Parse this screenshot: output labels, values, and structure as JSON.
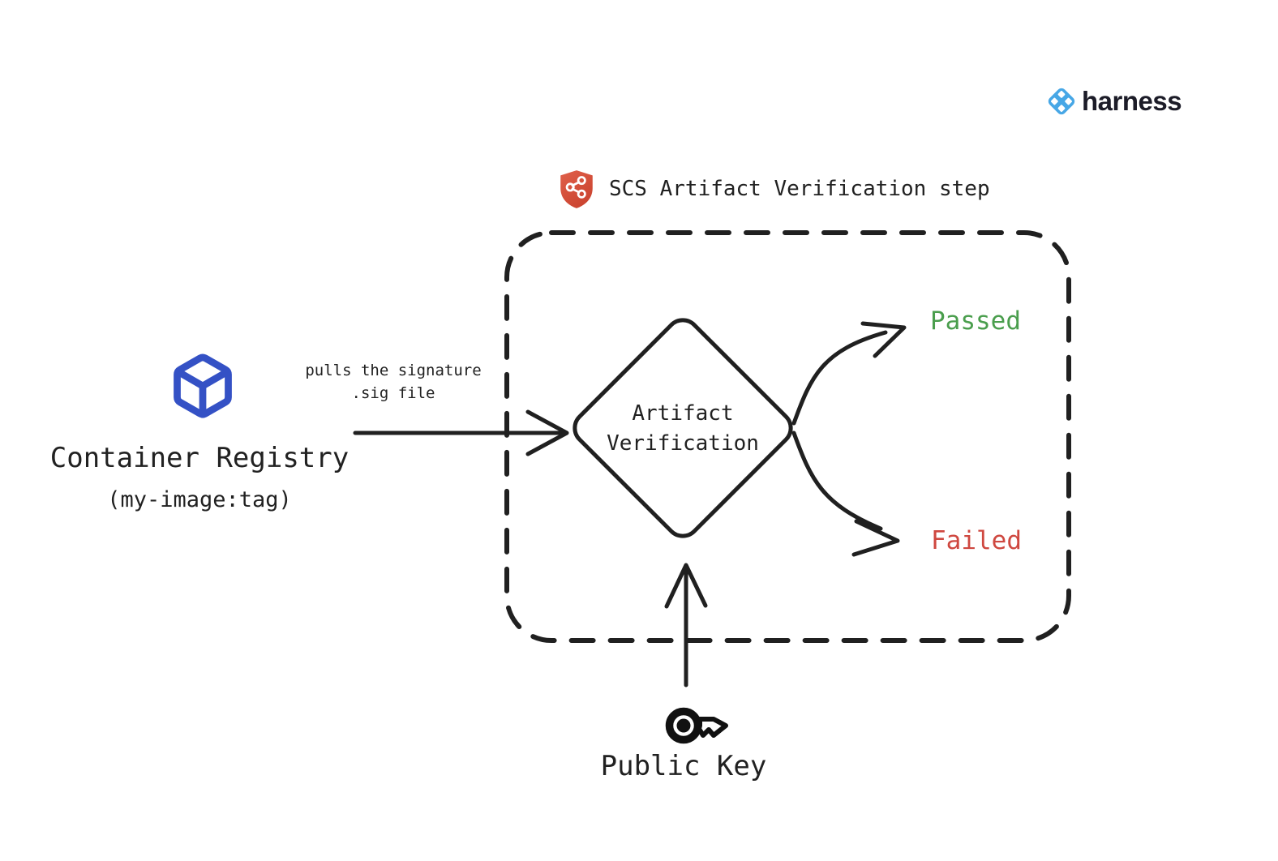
{
  "brand": {
    "name": "harness",
    "icon": "harness-diamond-icon",
    "color": "#47a7e6"
  },
  "step_header": {
    "icon": "scs-shield-icon",
    "icon_color": "#d9503e",
    "title": "SCS Artifact Verification step"
  },
  "container_registry": {
    "icon": "cube-icon",
    "icon_color": "#3451c5",
    "title": "Container Registry",
    "subtitle": "(my-image:tag)"
  },
  "pull_arrow": {
    "label_lines": [
      "pulls the signature",
      ".sig file"
    ]
  },
  "decision": {
    "label_lines": [
      "Artifact",
      "Verification"
    ]
  },
  "outcomes": {
    "passed": {
      "label": "Passed",
      "color": "#4a9e4d"
    },
    "failed": {
      "label": "Failed",
      "color": "#cf4840"
    }
  },
  "public_key": {
    "icon": "key-icon",
    "label": "Public Key"
  },
  "colors": {
    "line_stroke": "#202020",
    "text": "#212121",
    "background": "#ffffff"
  }
}
